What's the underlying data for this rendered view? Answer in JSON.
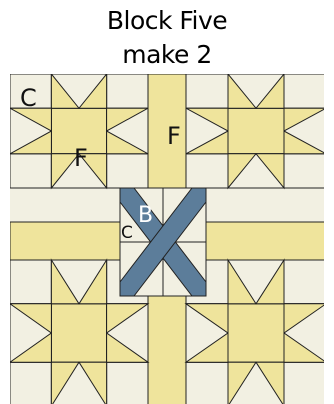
{
  "title": {
    "line1": "Block Five",
    "line2": "make 2"
  },
  "labels": {
    "c_top": "C",
    "f_left": "F",
    "f_strip": "F",
    "b_center": "B",
    "c_center": "C"
  },
  "colors": {
    "yellow": "#efe49c",
    "cream": "#f2f0e2",
    "blue": "#5c7d9a",
    "outline": "#222222",
    "label_white": "#ffffff",
    "label_black": "#111111"
  }
}
